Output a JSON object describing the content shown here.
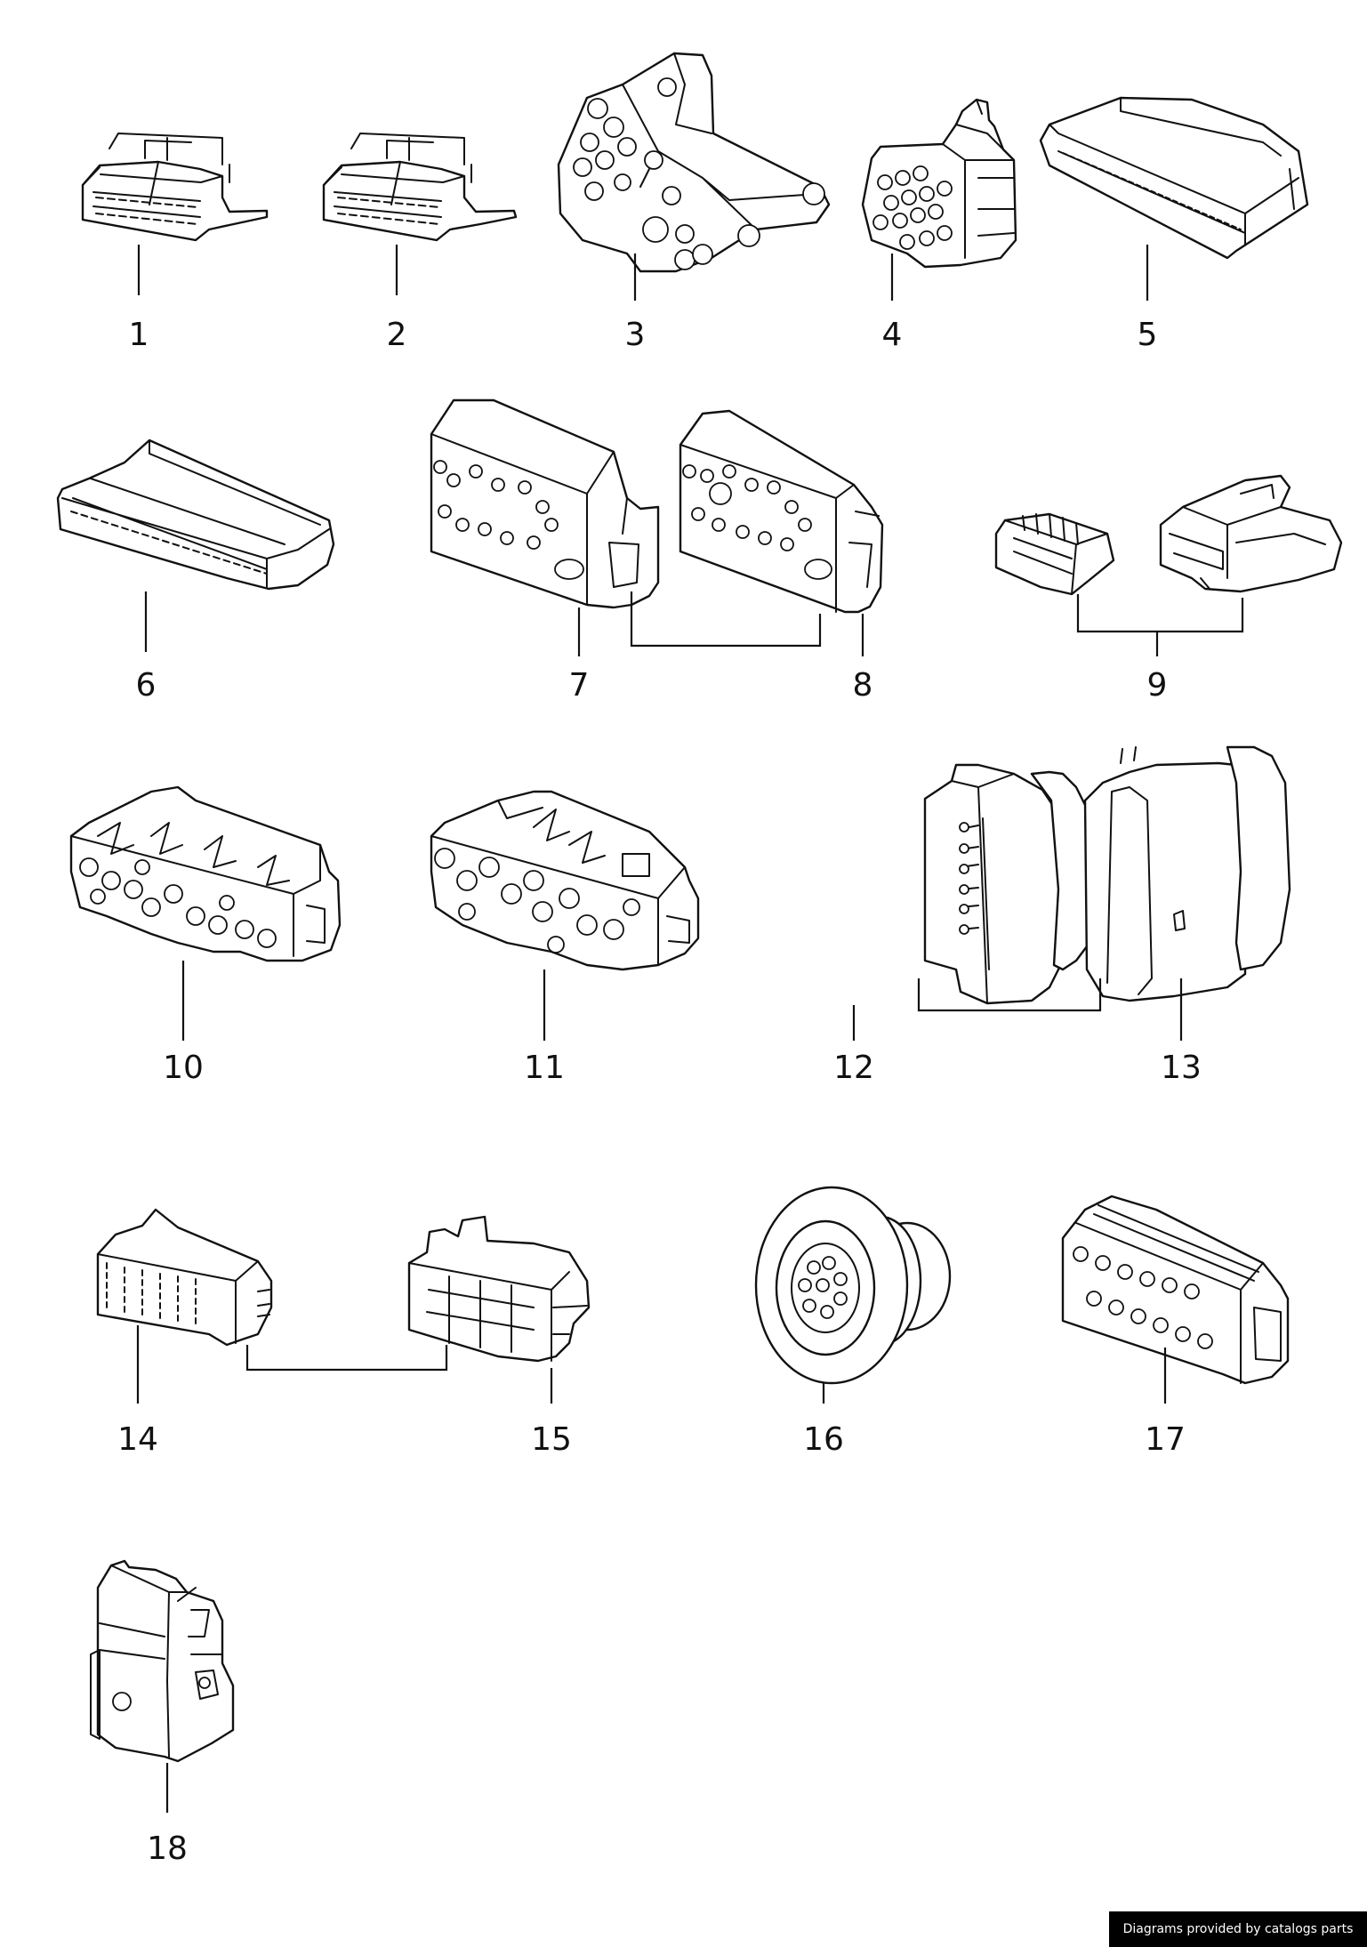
{
  "callouts": [
    "1",
    "2",
    "3",
    "4",
    "5",
    "6",
    "7",
    "8",
    "9",
    "10",
    "11",
    "12",
    "13",
    "14",
    "15",
    "16",
    "17",
    "18"
  ],
  "footer": {
    "credit": "Diagrams provided by catalogs parts"
  }
}
